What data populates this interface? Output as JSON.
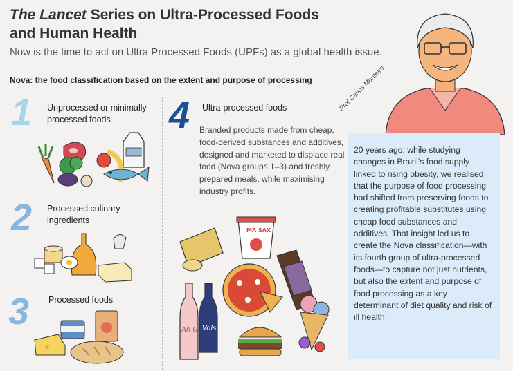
{
  "header": {
    "title_em": "The Lancet",
    "title_rest": " Series on Ultra-Processed Foods",
    "title_line2": "and Human Health",
    "subtitle": "Now is the time to act on Ultra Processed Foods (UPFs)  as a global health issue."
  },
  "classification": {
    "heading": "Nova: the food classification based on the extent and purpose of processing",
    "groups": [
      {
        "number": "1",
        "label": "Unprocessed or minimally processed foods"
      },
      {
        "number": "2",
        "label": "Processed culinary ingredients"
      },
      {
        "number": "3",
        "label": "Processed  foods"
      },
      {
        "number": "4",
        "label": "Ultra-processed foods",
        "description": "Branded products made from cheap, food-derived substances and additives, designed and marketed to displace real food (Nova groups 1–3) and freshly prepared meals, while maximising industry profits."
      }
    ]
  },
  "portrait": {
    "signature": "Prof Carlos Monteiro"
  },
  "quote": {
    "text": "20 years ago, while studying changes in Brazil’s food supply linked to rising obesity, we realised that the purpose of food processing had shifted from preserving foods to creating profitable substitutes using cheap food substances and additives. That insight led us to create the Nova classification—with its fourth group of ultra-processed foods—to capture not just nutrients, but also the extent and purpose of food processing as a key determinant of diet quality and risk of ill health."
  },
  "product_labels": {
    "cup_brand": "MA SAX",
    "bottle_1": "Ah Gol",
    "bottle_2": "Vols"
  },
  "colors": {
    "group1_number": "#a9d2ef",
    "group2_number": "#89b6df",
    "group3_number": "#a9d2ef",
    "group4_number": "#1d4f93",
    "quote_box": "#dcebf9",
    "shirt": "#f08a7e"
  }
}
